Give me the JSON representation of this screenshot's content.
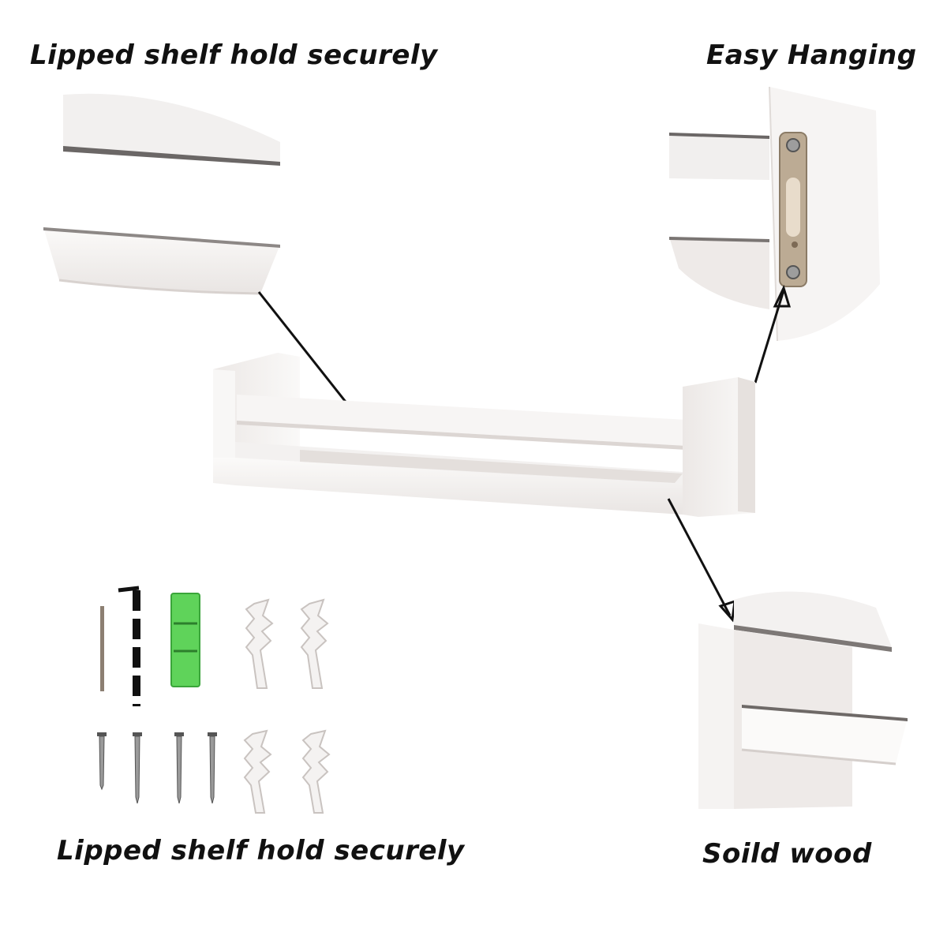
{
  "captions": {
    "top_left": "Lipped shelf hold securely",
    "top_right": "Easy Hanging",
    "bottom_left": "Lipped shelf hold securely",
    "bottom_right": "Soild wood"
  },
  "colors": {
    "background": "#ffffff",
    "wood_white": "#f4f2f1",
    "shadow": "#d9d4d2",
    "level_green": "#5fd35a",
    "bracket_metal": "#b9a992",
    "text": "#111111"
  }
}
